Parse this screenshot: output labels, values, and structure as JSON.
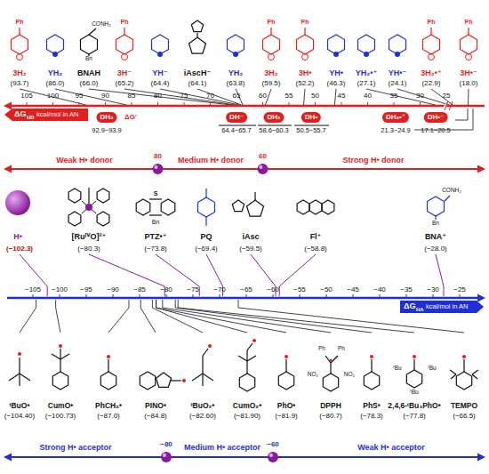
{
  "diagram": {
    "nodes": [
      {
        "text": [
          "DH₂",
          "92.9~93.9"
        ]
      },
      {
        "text": [
          "DH⁻",
          "64.4~65.7"
        ]
      },
      {
        "text": [
          "DH₂",
          "58.6~60.3"
        ]
      },
      {
        "text": [
          "DH•",
          "50.5~55.7"
        ]
      },
      {
        "text": [
          "DH₂•⁺",
          "21.3~24.9"
        ]
      },
      {
        "text": [
          "DH•⁻",
          "17.1~20.5"
        ]
      },
      {
        "text": [
          "H•"
        ]
      }
    ],
    "labels": [
      "3H₂",
      "(93.7)",
      "YH₂",
      "(86.0)",
      "BNAH",
      "(66.0)",
      "3H⁻",
      "(65.2)",
      "YH⁻",
      "(64.4)",
      "iAscH⁻",
      "(64.1)",
      "YH₂",
      "(63.8)",
      "3H₂",
      "(59.5)",
      "3H•",
      "(52.2)",
      "YH•",
      "(46.3)",
      "YH₂•⁺",
      "(27.1)",
      "YH•⁻",
      "(24.1)",
      "3H₂•⁺",
      "(22.9)",
      "3H•⁻",
      "(18.0)",
      "ΔG",
      "HD",
      "kcal/mol in AN",
      "105",
      "100",
      "95",
      "90",
      "85",
      "80",
      "75",
      "70",
      "65",
      "60",
      "55",
      "50",
      "45",
      "40",
      "35",
      "30",
      "25",
      "ΔG'",
      "Weak H• donor",
      "80",
      "Medium H• donor",
      "60",
      "Strong H• donor",
      "(−102.3)",
      "[RuᴵⱽO]²⁺",
      "(−80.3)",
      "PTZ•⁺",
      "(−73.8)",
      "PQ",
      "(−69.4)",
      "iAsc",
      "(−59.5)",
      "Fl⁺",
      "(−58.8)",
      "BNA⁺",
      "(−28.0)",
      "ΔG",
      "HA",
      "kcal/mol in AN",
      "−105",
      "−100",
      "−95",
      "−90",
      "−85",
      "−80",
      "−75",
      "−70",
      "−65",
      "−60",
      "−55",
      "−50",
      "−45",
      "−40",
      "−35",
      "−30",
      "−25",
      "ᵗBuO•",
      "(−104.40)",
      "CumO•",
      "(−100.73)",
      "PhCH₂•",
      "(−87.0)",
      "PINO•",
      "(−84.8)",
      "ᵗBuO₂•",
      "(−82.60)",
      "CumO₂•",
      "(−81.90)",
      "PhO•",
      "(−81.9)",
      "DPPH",
      "(−80.7)",
      "PhS•",
      "(−78.3)",
      "2,4,6-ᵗBu₃PhO•",
      "(−77.8)",
      "TEMPO",
      "(−66.5)",
      "Strong H• acceptor",
      "−80",
      "Medium H• acceptor",
      "−60",
      "Weak H• acceptor",
      "Ph",
      "Ph",
      "Ph",
      "Ph",
      "Ph",
      "Ph",
      "CONH₂",
      "Bn",
      "Bn",
      "S",
      "CONH₂",
      "Bn",
      "ᵗBu",
      "ᵗBu",
      "ᵗBu",
      "Ph",
      "Ph",
      "NO₂",
      "NO₂"
    ]
  }
}
